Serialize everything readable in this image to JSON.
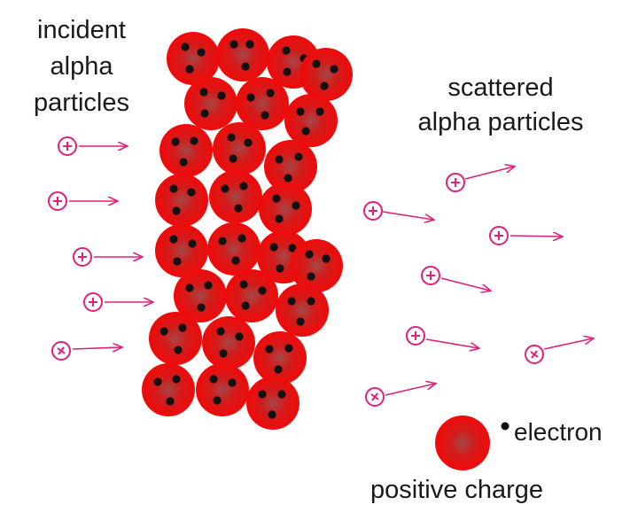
{
  "labels": {
    "incident": [
      "incident",
      "alpha",
      "particles"
    ],
    "scattered": [
      "scattered",
      "alpha particles"
    ],
    "electron": "electron",
    "positive_charge": "positive charge"
  },
  "colors": {
    "sphere": "#e30613",
    "sphere_center": "#a83a3a",
    "electron": "#111111",
    "arrow": "#e0207a",
    "particle": "#e0207a"
  },
  "icons": {
    "alpha_particle": "plus-circle-icon",
    "electron": "dot-icon",
    "positive_sphere": "red-sphere-icon"
  }
}
